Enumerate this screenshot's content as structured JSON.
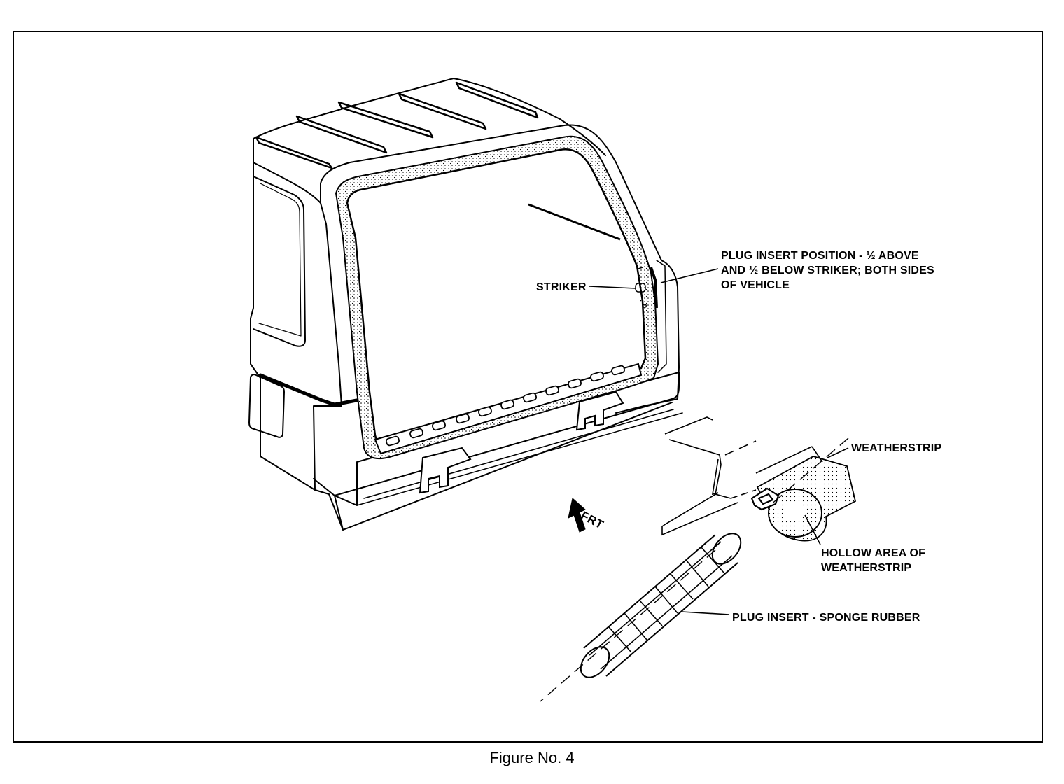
{
  "labels": {
    "plug_position": "PLUG INSERT POSITION - ½ ABOVE\nAND ½ BELOW STRIKER; BOTH SIDES\nOF VEHICLE",
    "striker": "STRIKER",
    "weatherstrip": "WEATHERSTRIP",
    "hollow_area": "HOLLOW AREA OF\nWEATHERSTRIP",
    "plug_insert": "PLUG INSERT - SPONGE RUBBER",
    "front": "FRT"
  },
  "caption": "Figure No. 4"
}
